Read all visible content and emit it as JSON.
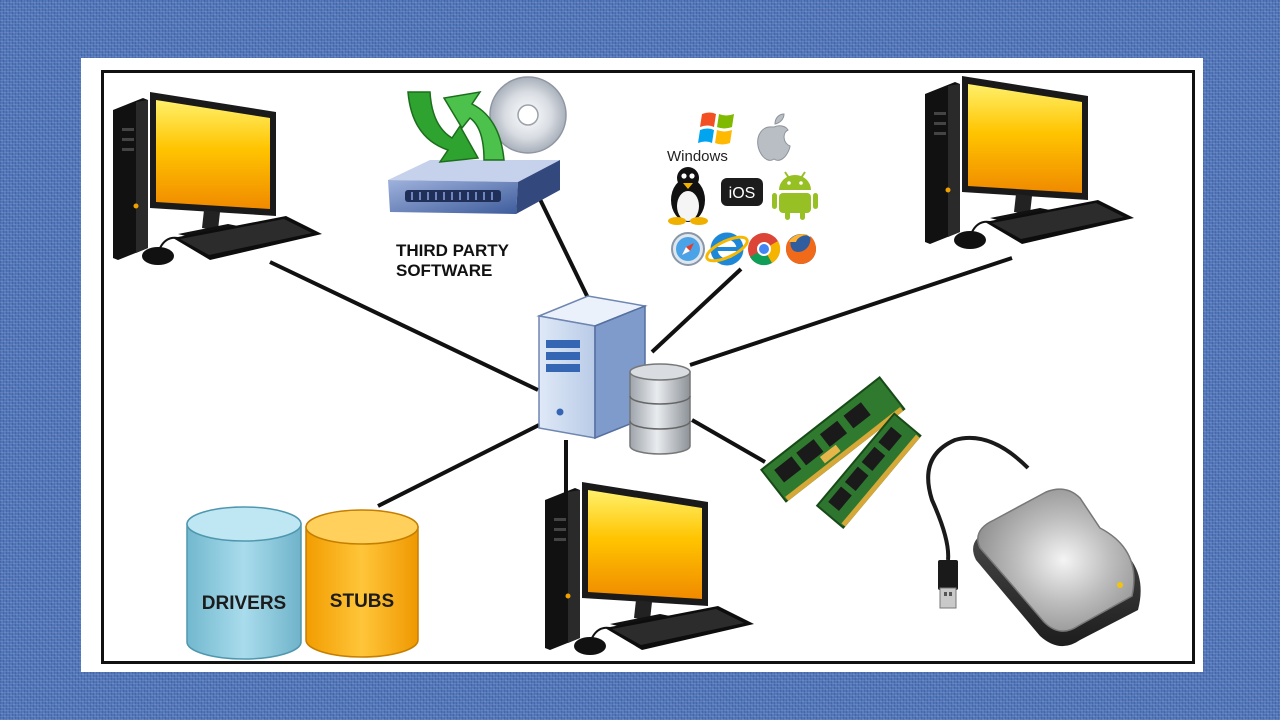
{
  "diagram": {
    "third_party_label_line1": "THIRD PARTY",
    "third_party_label_line2": "SOFTWARE",
    "drivers_label": "DRIVERS",
    "stubs_label": "STUBS",
    "windows_label": "Windows",
    "ios_label": "iOS"
  },
  "icons": [
    "desktop-computer-icon",
    "server-tower-icon",
    "database-icon",
    "third-party-software-icon",
    "windows-logo-icon",
    "apple-logo-icon",
    "linux-tux-icon",
    "ios-icon",
    "android-icon",
    "safari-icon",
    "internet-explorer-icon",
    "chrome-icon",
    "firefox-icon",
    "ram-module-icon",
    "external-hard-drive-icon"
  ],
  "colors": {
    "background": "#4f74b8",
    "monitor_screen": "#f9b400",
    "drivers_cylinder": "#8ecde0",
    "stubs_cylinder": "#ffb300",
    "server": "#c9d8ef",
    "pcb_green": "#2f7a2f"
  }
}
